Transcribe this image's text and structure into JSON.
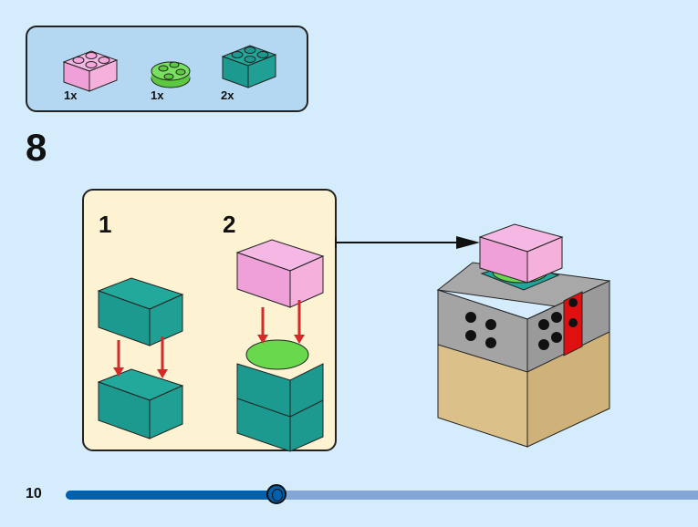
{
  "parts_list": [
    {
      "name": "pink 2x2 brick",
      "quantity": "1x",
      "color": "#f5a8dc"
    },
    {
      "name": "green round 2x2 plate",
      "quantity": "1x",
      "color": "#6ad84c"
    },
    {
      "name": "teal 2x2 brick",
      "quantity": "2x",
      "color": "#1c9a90"
    }
  ],
  "step_number": "8",
  "substeps": [
    {
      "number": "1"
    },
    {
      "number": "2"
    }
  ],
  "colors": {
    "background": "#d4ecfb",
    "parts_panel": "#b5d8f2",
    "substep_panel": "#fdf3d3",
    "arrow": "#d42a2a",
    "progress_fill": "#0060b0",
    "progress_track": "#84a6d7"
  },
  "footer": {
    "page_number": "10",
    "progress_fraction": 0.33
  }
}
